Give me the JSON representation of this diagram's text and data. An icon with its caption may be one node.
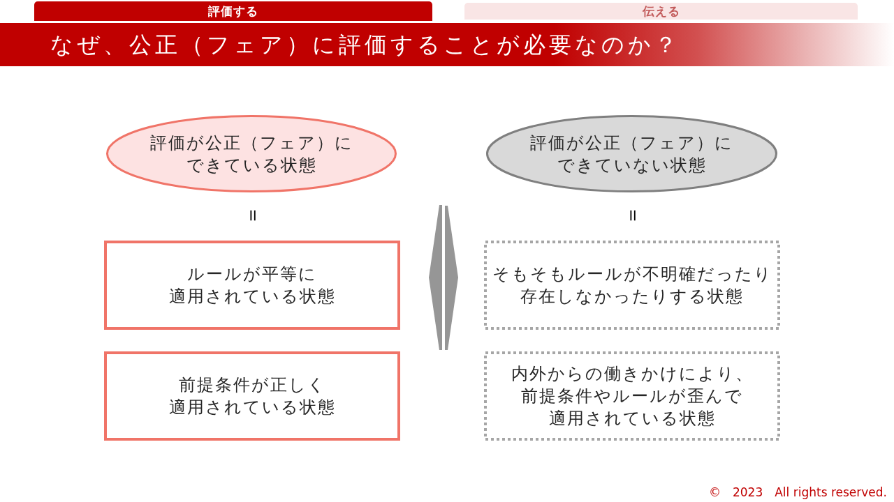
{
  "diagram": {
    "title": "なぜ、公正（フェア）に評価することが必要なのか？",
    "nodes": [
      {
        "text": [
          "評価する"
        ]
      },
      {
        "text": [
          "伝える"
        ]
      },
      {
        "text": [
          "評価が公正（フェア）にできている状態"
        ]
      },
      {
        "text": [
          "評価が公正（フェア）にできていない状態"
        ]
      },
      {
        "text": [
          "ルールが平等に適用されている状態"
        ]
      },
      {
        "text": [
          "そもそもルールが不明確だったり存在しなかったりする状態"
        ]
      },
      {
        "text": [
          "前提条件が正しく適用されている状態"
        ]
      },
      {
        "text": [
          "内外からの働きかけにより、前提条件やルールが歪んで適用されている状態"
        ]
      }
    ],
    "labels": [
      "＝",
      "＝",
      "©　2023　All rights reserved."
    ]
  }
}
